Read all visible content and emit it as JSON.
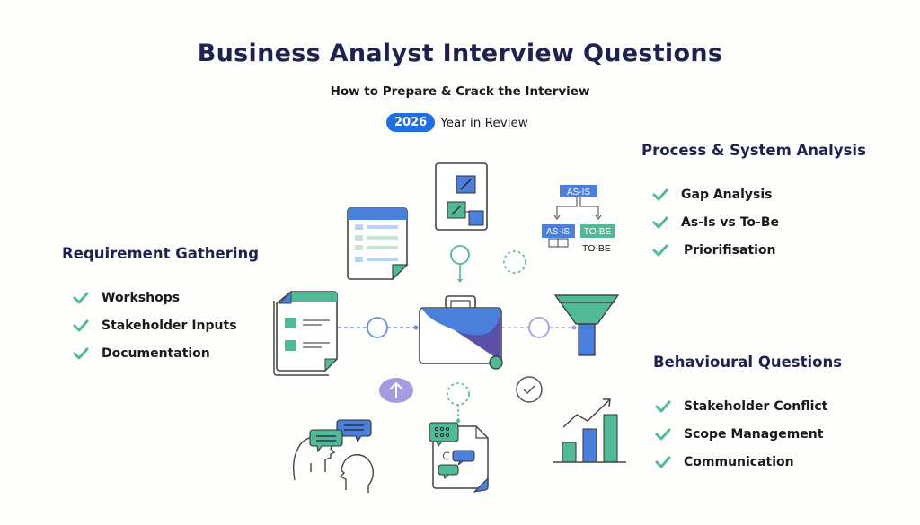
{
  "header": {
    "title": "Business Analyst Interview Questions",
    "subtitle": "How to Prepare & Crack the Interview",
    "year_badge": "2026",
    "year_text": "Year in Review"
  },
  "sections": {
    "requirement_gathering": {
      "title": "Requirement Gathering",
      "items": [
        "Workshops",
        "Stakeholder Inputs",
        "Documentation"
      ]
    },
    "process_system_analysis": {
      "title": "Process & System Analysis",
      "items": [
        "Gap Analysis",
        "As-Is vs To-Be",
        "Priorifisation"
      ]
    },
    "behavioural_questions": {
      "title": "Behavioural Questions",
      "items": [
        "Stakeholder Conflict",
        "Scope Management",
        "Communication"
      ]
    }
  },
  "diagram": {
    "as_is_top": "AS-IS",
    "as_is_bottom": "AS-IS",
    "to_be_box": "TO-BE",
    "to_be_label": "TO-BE"
  },
  "icons": [
    "checkmark-icon",
    "document-icon",
    "spreadsheet-icon",
    "flowchart-icon",
    "briefcase-icon",
    "funnel-icon",
    "chat-people-icon",
    "chat-document-icon",
    "bar-chart-icon",
    "upload-arrow-icon",
    "check-circle-icon"
  ],
  "colors": {
    "navy": "#1e2250",
    "blue": "#4a7fdc",
    "green": "#52b996",
    "purple": "#5b4fa8",
    "lavender": "#a49ce0",
    "badge_blue": "#1f6fe0"
  }
}
